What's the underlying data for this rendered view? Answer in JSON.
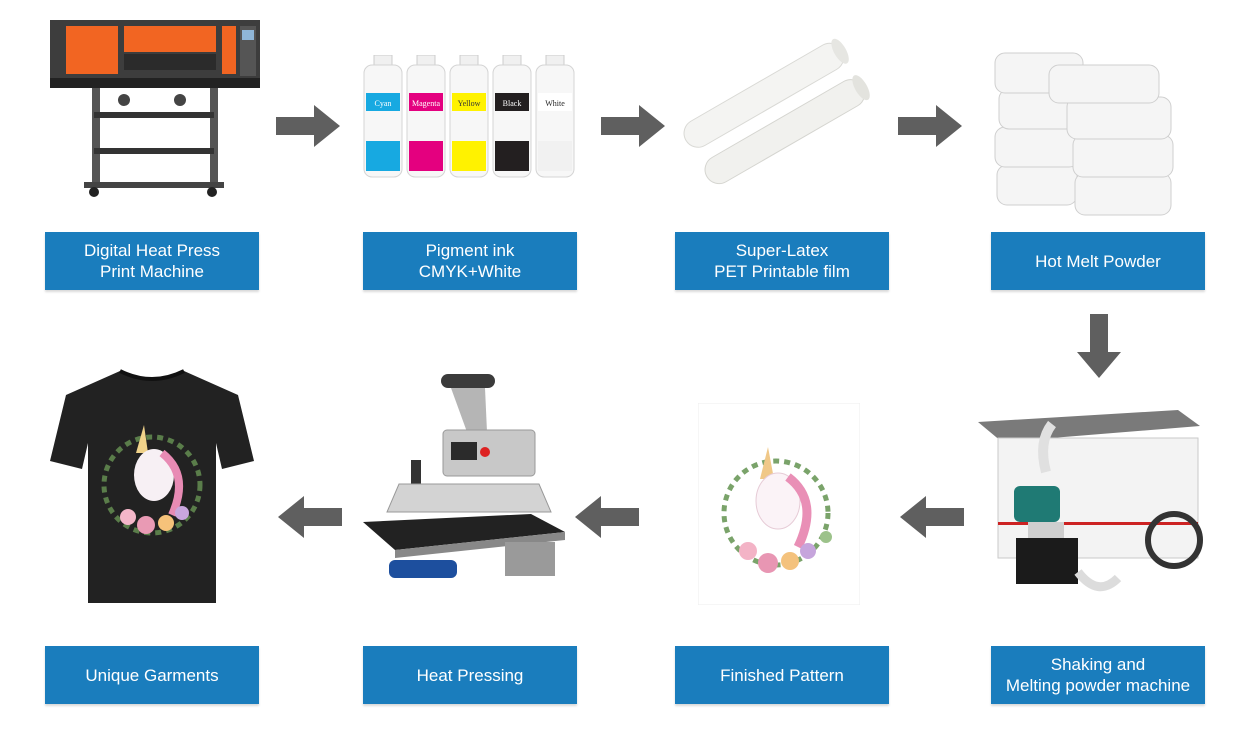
{
  "steps": [
    {
      "id": "printer",
      "lines": [
        "Digital Heat Press",
        "Print Machine"
      ]
    },
    {
      "id": "ink",
      "lines": [
        "Pigment ink",
        "CMYK+White"
      ]
    },
    {
      "id": "film",
      "lines": [
        "Super-Latex",
        "PET Printable film"
      ]
    },
    {
      "id": "powder",
      "lines": [
        "Hot Melt Powder"
      ]
    },
    {
      "id": "shaker",
      "lines": [
        "Shaking and",
        "Melting powder machine"
      ]
    },
    {
      "id": "pattern",
      "lines": [
        "Finished Pattern"
      ]
    },
    {
      "id": "press",
      "lines": [
        "Heat Pressing"
      ]
    },
    {
      "id": "garment",
      "lines": [
        "Unique Garments"
      ]
    }
  ],
  "ink_bottles": [
    "Cyan",
    "Magenta",
    "Yellow",
    "Black",
    "White"
  ],
  "colors": {
    "label_bg": "#1a7dbd",
    "label_text": "#ffffff",
    "arrow": "#5f5f5f",
    "printer_orange": "#f26522",
    "cyan": "#17a9e1",
    "magenta": "#e4007f",
    "yellow": "#fff200",
    "black": "#231f20"
  },
  "icons": {
    "flow_arrow": "thick-arrow-icon"
  }
}
